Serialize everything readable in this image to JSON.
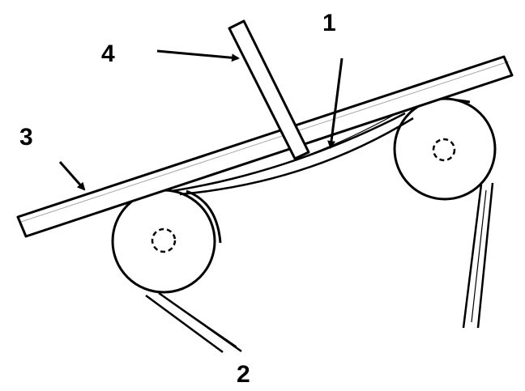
{
  "diagram": {
    "callouts": [
      {
        "id": "1",
        "label": "1",
        "points_to": "belt-sag-between-pulleys"
      },
      {
        "id": "2",
        "label": "2",
        "points_to": "lower-belt-run"
      },
      {
        "id": "3",
        "label": "3",
        "points_to": "straight-edge"
      },
      {
        "id": "4",
        "label": "4",
        "points_to": "measuring-ruler"
      }
    ],
    "colors": {
      "ink": "#000000",
      "paper": "#ffffff"
    }
  }
}
